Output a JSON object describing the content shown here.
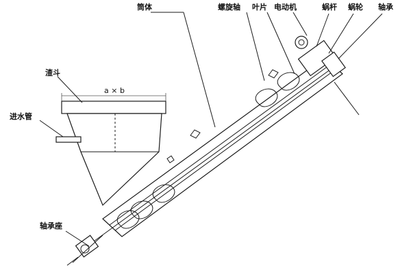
{
  "labels": {
    "tube": "筒体",
    "screw_shaft": "螺旋轴",
    "blade": "叶片",
    "motor": "电动机",
    "worm": "蜗杆",
    "worm_wheel": "蜗轮",
    "bearing": "轴承",
    "hopper": "渣斗",
    "water_inlet": "进水管",
    "bearing_seat": "轴承座",
    "hopper_size": "a × b"
  }
}
